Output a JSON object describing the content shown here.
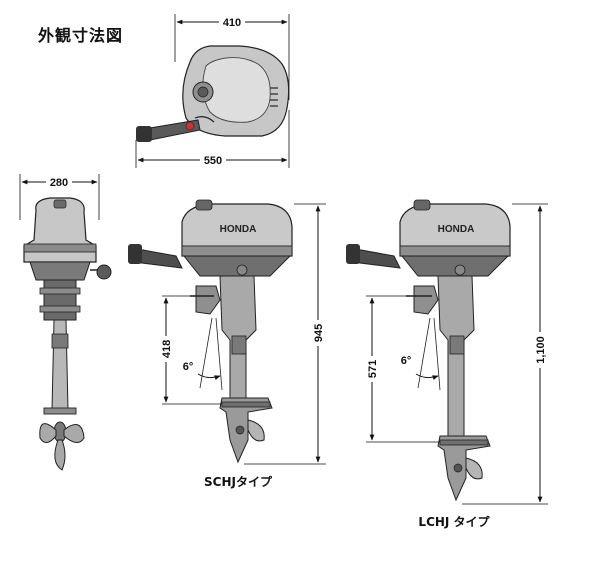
{
  "title": "外観寸法図",
  "dimensions": {
    "top_width": "410",
    "top_length": "550",
    "front_width": "280",
    "short_leg": "418",
    "short_height": "945",
    "long_leg": "571",
    "long_height": "1,100",
    "tilt_angle": "6°"
  },
  "labels": {
    "short": "SCHJタイプ",
    "long": "LCHJ タイプ",
    "brand": "HONDA"
  },
  "colors": {
    "body": "#bdbdbd",
    "dark": "#5a5a5a",
    "light": "#e6e6e6"
  }
}
